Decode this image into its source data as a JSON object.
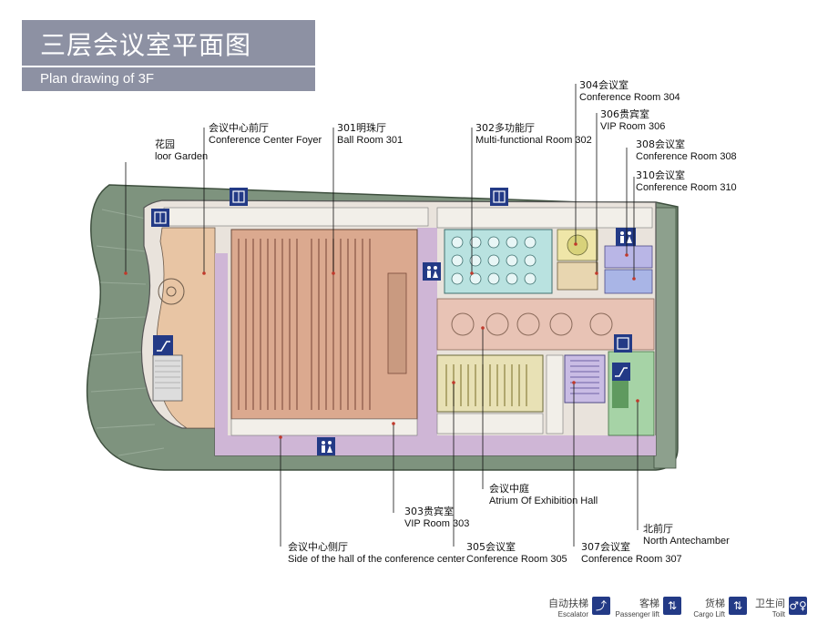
{
  "header": {
    "title_cn": "三层会议室平面图",
    "title_en": "Plan drawing of 3F"
  },
  "labels": {
    "garden": {
      "cn": "花园",
      "en": "loor Garden"
    },
    "foyer": {
      "cn": "会议中心前厅",
      "en": "Conference Center Foyer"
    },
    "ballroom": {
      "cn": "301明珠厅",
      "en": "Ball Room 301"
    },
    "room302": {
      "cn": "302多功能厅",
      "en": "Multi-functional Room 302"
    },
    "room304": {
      "cn": "304会议室",
      "en": "Conference Room 304"
    },
    "room306": {
      "cn": "306贵宾室",
      "en": "VIP Room 306"
    },
    "room308": {
      "cn": "308会议室",
      "en": "Conference Room 308"
    },
    "room310": {
      "cn": "310会议室",
      "en": "Conference Room 310"
    },
    "atrium": {
      "cn": "会议中庭",
      "en": "Atrium Of Exhibition Hall"
    },
    "room303": {
      "cn": "303贵宾室",
      "en": "VIP Room 303"
    },
    "north": {
      "cn": "北前厅",
      "en": "North Antechamber"
    },
    "side_hall": {
      "cn": "会议中心侧厅",
      "en": "Side of the hall of the conference center"
    },
    "room305": {
      "cn": "305会议室",
      "en": "Conference Room 305"
    },
    "room307": {
      "cn": "307会议室",
      "en": "Conference Room 307"
    }
  },
  "legend": [
    {
      "cn": "自动扶梯",
      "en": "Escalator",
      "icon": "escalator-icon"
    },
    {
      "cn": "客梯",
      "en": "Passenger lift",
      "icon": "passenger-lift-icon"
    },
    {
      "cn": "货梯",
      "en": "Cargo Lift",
      "icon": "cargo-lift-icon"
    },
    {
      "cn": "卫生间",
      "en": "Toilt",
      "icon": "toilet-icon"
    }
  ],
  "colors": {
    "title_bg": "#8d91a3",
    "garden": "#7e937e",
    "foyer": "#e8c5a4",
    "ballroom": "#dba98f",
    "corridor": "#cfb6d6",
    "room302": "#b9e2e0",
    "atrium": "#e8c3b5",
    "room305": "#e8e1b5",
    "room307": "#c9bce4",
    "icon_blue": "#233a86"
  }
}
